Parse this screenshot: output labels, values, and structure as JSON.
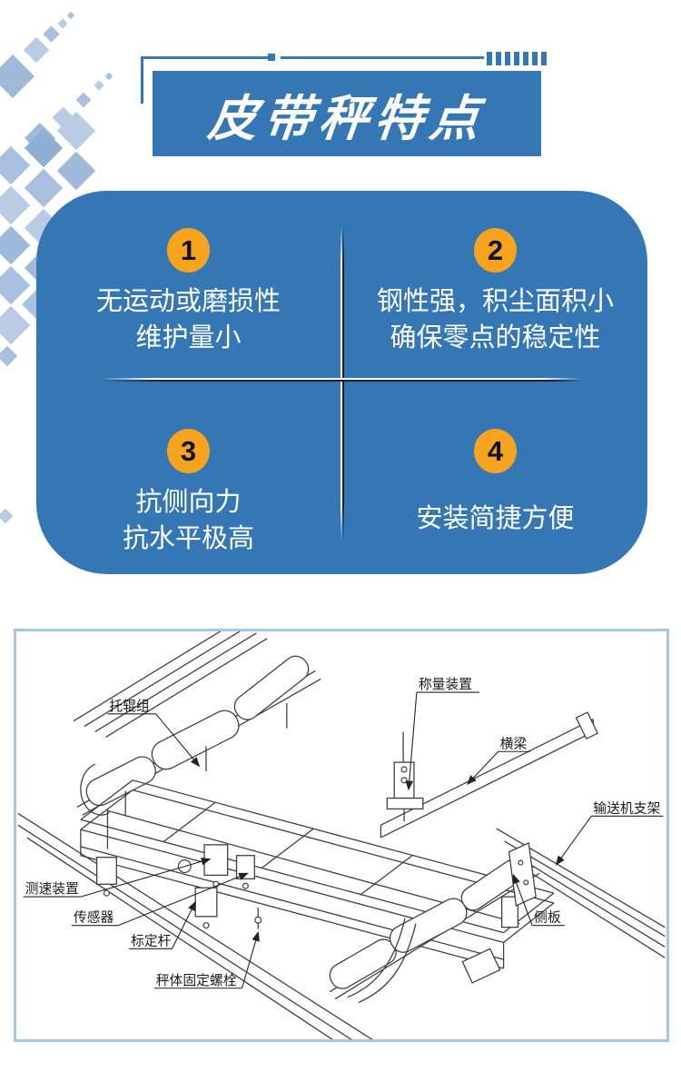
{
  "theme": {
    "accent_blue": "#3577B5",
    "badge_orange": "#F6A41D",
    "diagram_border": "#A9C6E1"
  },
  "header": {
    "title": "皮带秤特点"
  },
  "features": {
    "items": [
      {
        "number": "1",
        "lines": [
          "无运动或磨损性",
          "维护量小"
        ]
      },
      {
        "number": "2",
        "lines": [
          "钢性强，积尘面积小",
          "确保零点的稳定性"
        ]
      },
      {
        "number": "3",
        "lines": [
          "抗侧向力",
          "抗水平极高"
        ]
      },
      {
        "number": "4",
        "lines": [
          "安装简捷方便"
        ]
      }
    ]
  },
  "diagram": {
    "labels": {
      "idler_group": "托辊组",
      "weighing_device": "称量装置",
      "cross_beam": "横梁",
      "conveyor_bracket": "输送机支架",
      "speed_device": "测速装置",
      "sensor": "传感器",
      "calibration_rod": "标定杆",
      "fixing_bolt": "秤体固定螺栓",
      "side_plate": "侧板"
    }
  }
}
